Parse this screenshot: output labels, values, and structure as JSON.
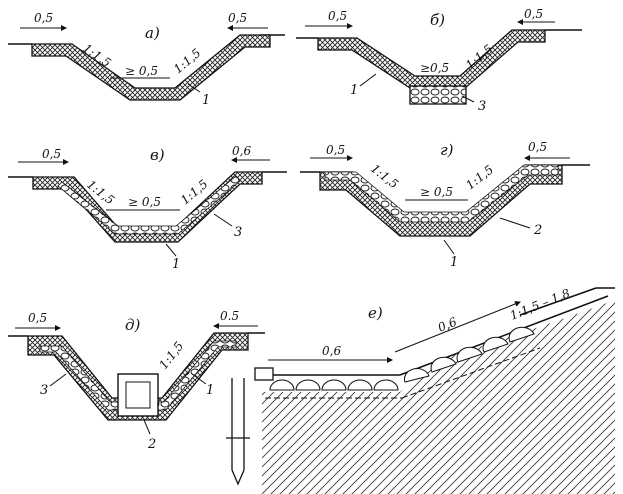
{
  "panels": [
    {
      "id": "a",
      "letter": "а)",
      "labels": {
        "top_left": "0,5",
        "top_right": "0,5",
        "slope_left": "1:1,5",
        "slope_right": "1:1,5",
        "bottom": "≥ 0,5"
      },
      "callouts": [
        "1"
      ]
    },
    {
      "id": "b",
      "letter": "б)",
      "labels": {
        "top_left": "0,5",
        "top_right": "0,5",
        "slope_right": "1:1,5",
        "bottom": "≥0,5"
      },
      "callouts": [
        "1",
        "3"
      ]
    },
    {
      "id": "v",
      "letter": "в)",
      "labels": {
        "top_left": "0,5",
        "top_right": "0,6",
        "slope_left": "1:1,5",
        "slope_right": "1:1,5",
        "bottom": "≥ 0,5"
      },
      "callouts": [
        "3",
        "1"
      ]
    },
    {
      "id": "g",
      "letter": "г)",
      "labels": {
        "top_left": "0,5",
        "top_right": "0,5",
        "slope_left": "1:1,5",
        "slope_right": "1:1,5",
        "bottom": "≥ 0,5"
      },
      "callouts": [
        "2",
        "1"
      ]
    },
    {
      "id": "d",
      "letter": "д)",
      "labels": {
        "top_left": "0,5",
        "top_right": "0.5",
        "slope_right": "1:1,5"
      },
      "callouts": [
        "3",
        "1",
        "2"
      ]
    },
    {
      "id": "e",
      "letter": "е)",
      "labels": {
        "top": "0,6",
        "slope": "0,6",
        "ratio": "1:1,5 – 1,8"
      },
      "callouts": []
    }
  ]
}
